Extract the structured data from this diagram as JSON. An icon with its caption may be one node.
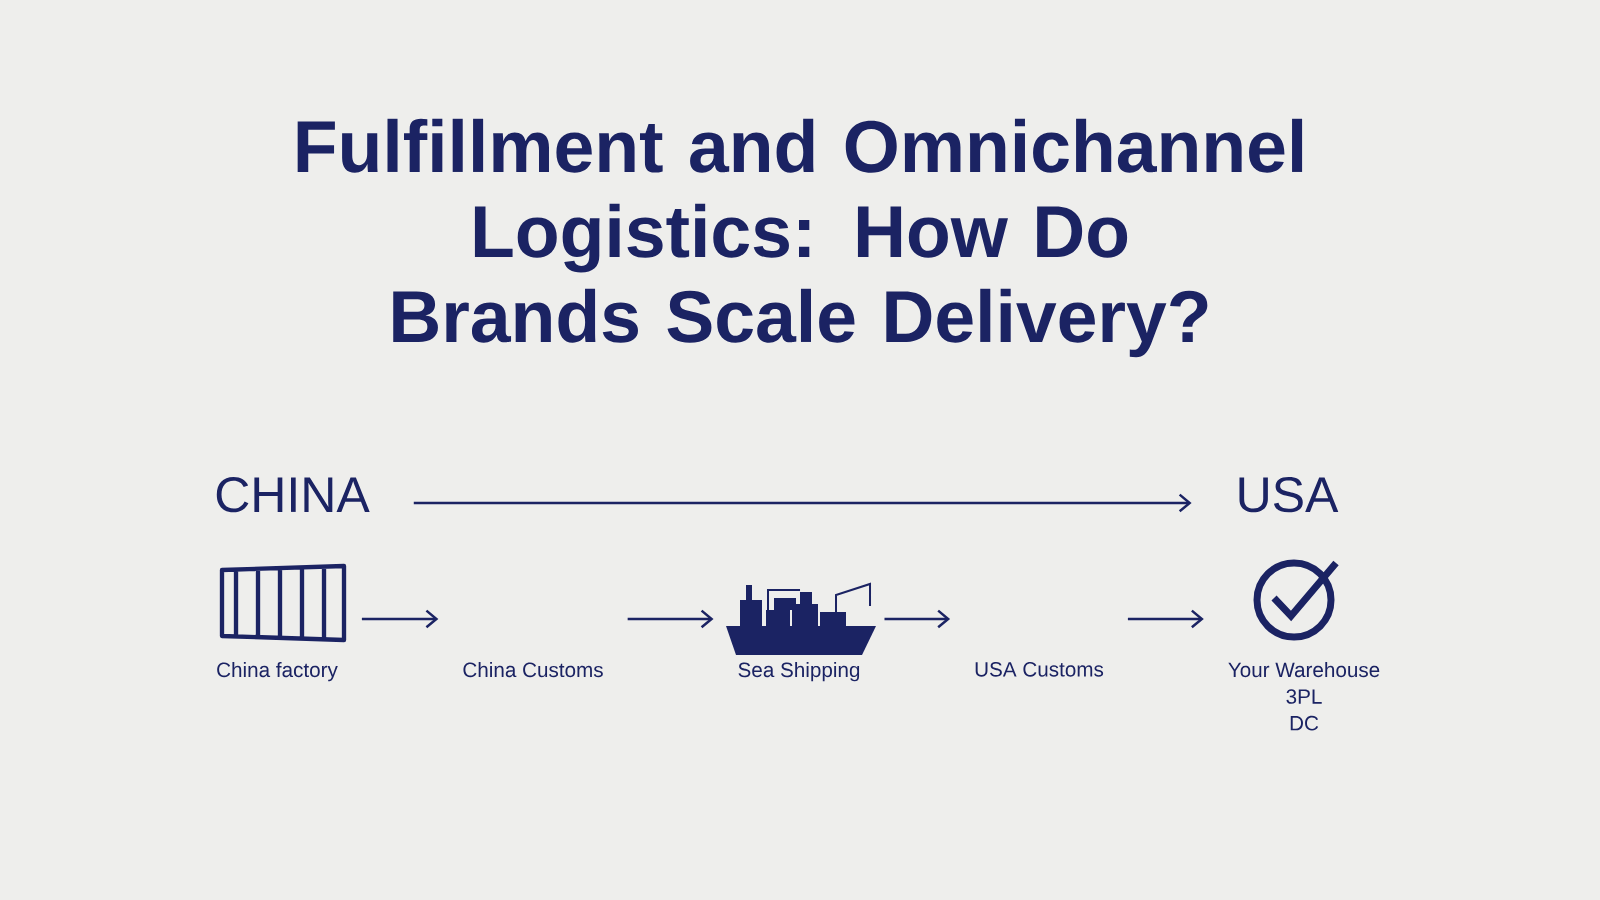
{
  "diagram": {
    "title": "Fulfillment and Omnichannel Logistics: How Do Brands Scale Delivery?",
    "nodes": [
      {
        "text": [
          "CHINA"
        ]
      },
      {
        "text": [
          "USA"
        ]
      },
      {
        "text": [
          "China factory"
        ]
      },
      {
        "text": [
          "China Customs"
        ]
      },
      {
        "text": [
          "Sea Shipping"
        ]
      },
      {
        "text": [
          "USA Customs"
        ]
      },
      {
        "text": [
          "Your Warehouse",
          "3PL",
          "DC"
        ]
      }
    ],
    "edges": [
      {
        "from": 0,
        "to": 1,
        "arrow": "to"
      },
      {
        "from": 2,
        "to": 3,
        "arrow": "to"
      },
      {
        "from": 3,
        "to": 4,
        "arrow": "to"
      },
      {
        "from": 4,
        "to": 5,
        "arrow": "to"
      },
      {
        "from": 5,
        "to": 6,
        "arrow": "to"
      }
    ]
  }
}
